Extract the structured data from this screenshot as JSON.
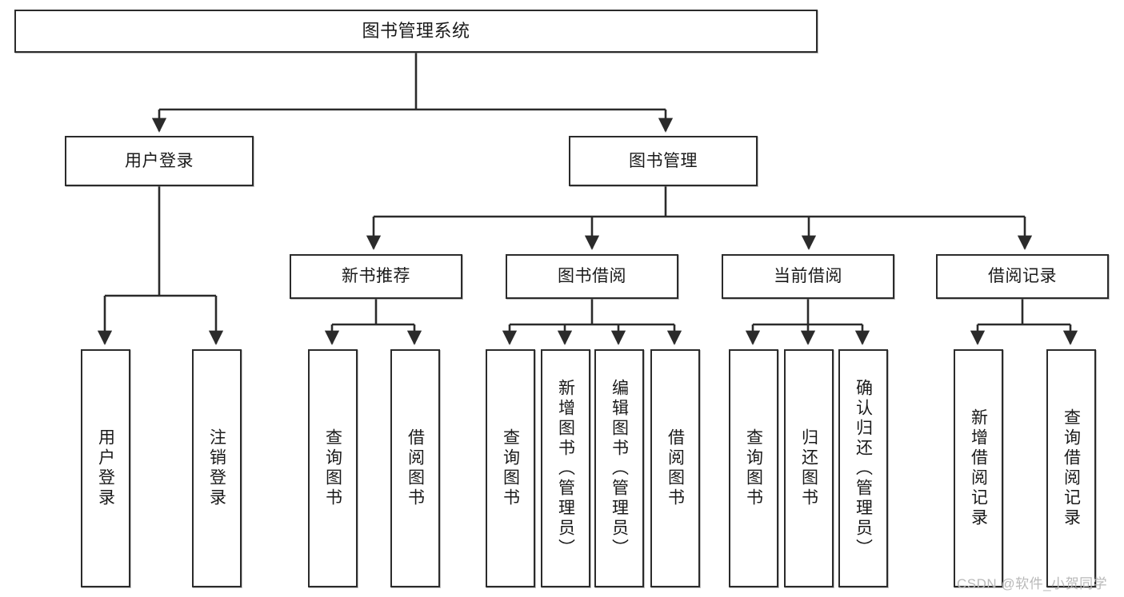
{
  "diagram": {
    "title": "图书管理系统",
    "watermark": "CSDN @软件_小贺同学",
    "colors": {
      "stroke": "#2b2b2b",
      "fill": "#ffffff",
      "text": "#1a1a1a",
      "watermark": "#b9b9b9"
    },
    "nodes": {
      "root": {
        "label": "图书管理系统"
      },
      "level2": [
        {
          "label": "用户登录"
        },
        {
          "label": "图书管理"
        }
      ],
      "level3": [
        {
          "label": "新书推荐"
        },
        {
          "label": "图书借阅"
        },
        {
          "label": "当前借阅"
        },
        {
          "label": "借阅记录"
        }
      ],
      "leaves": {
        "user_login": [
          {
            "label": "用户登录"
          },
          {
            "label": "注销登录"
          }
        ],
        "new_book": [
          {
            "label": "查询图书"
          },
          {
            "label": "借阅图书"
          }
        ],
        "book_borrow": [
          {
            "label": "查询图书"
          },
          {
            "label": "新增图书（管理员）"
          },
          {
            "label": "编辑图书（管理员）"
          },
          {
            "label": "借阅图书"
          }
        ],
        "current_borrow": [
          {
            "label": "查询图书"
          },
          {
            "label": "归还图书"
          },
          {
            "label": "确认归还（管理员）"
          }
        ],
        "borrow_record": [
          {
            "label": "新增借阅记录"
          },
          {
            "label": "查询借阅记录"
          }
        ]
      }
    }
  }
}
